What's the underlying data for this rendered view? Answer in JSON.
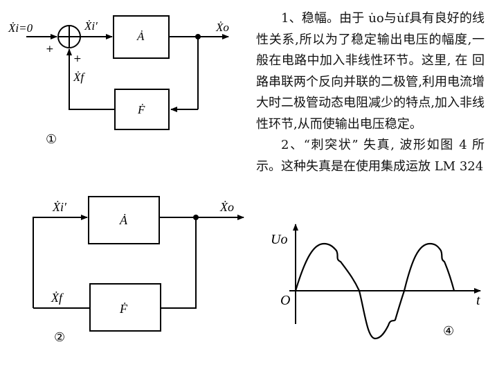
{
  "diagram1": {
    "input_label": "Ẋi=0",
    "plus_left": "+",
    "plus_bottom": "+",
    "x_i_prime": "Ẋi′",
    "x_o": "Ẋo",
    "x_f": "Ẋf",
    "block_a": "Ȧ",
    "block_f": "Ḟ",
    "number": "①"
  },
  "diagram2": {
    "x_i_prime": "Ẋi′",
    "x_o": "Ẋo",
    "x_f": "Ẋf",
    "block_a": "Ȧ",
    "block_f": "Ḟ",
    "number": "②"
  },
  "waveform": {
    "y_label": "Uo",
    "origin_label": "O",
    "x_label": "t",
    "number": "④"
  },
  "text": {
    "para1": "1、稳幅。由于 u̇o与u̇f具有良好的线性关系,所以为了稳定输出电压的幅度,一般在电路中加入非线性环节。这里, 在 回路串联两个反向并联的二极管,利用电流增大时二极管动态电阻减少的特点,加入非线性环节,从而使输出电压稳定。",
    "para2": "2、“刺突状” 失真, 波形如图 4 所示。这种失真是在使用集成运放 LM 324"
  }
}
